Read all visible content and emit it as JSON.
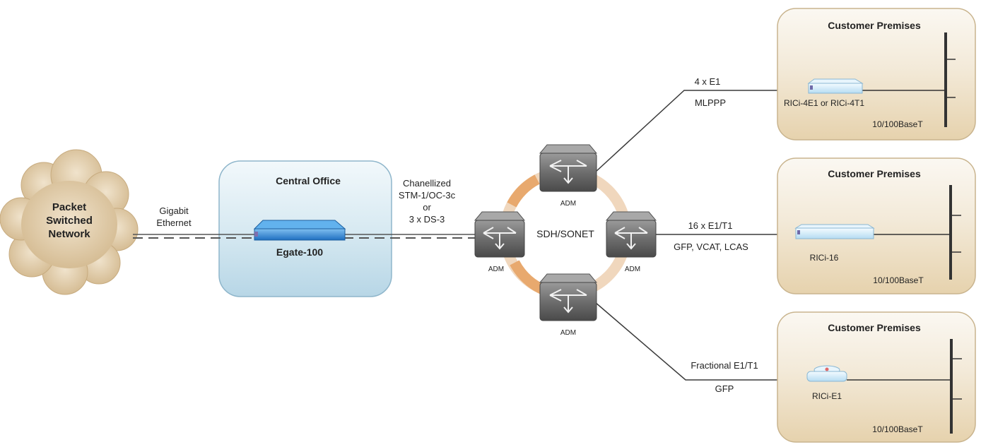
{
  "network": {
    "cloud_label": [
      "Packet",
      "Switched",
      "Network"
    ],
    "gige_label": [
      "Gigabit",
      "Ethernet"
    ]
  },
  "central_office": {
    "title": "Central Office",
    "device": "Egate-100"
  },
  "uplink_label": [
    "Chanellized",
    "STM-1/OC-3c",
    "or",
    "3 x DS-3"
  ],
  "ring": {
    "label": "SDH/SONET",
    "adm_label": "ADM"
  },
  "sites": [
    {
      "title": "Customer Premises",
      "link_top": "4 x E1",
      "link_bottom": "MLPPP",
      "device": "RICi-4E1 or RICi-4T1",
      "lan": "10/100BaseT"
    },
    {
      "title": "Customer Premises",
      "link_top": "16 x E1/T1",
      "link_bottom": "GFP, VCAT, LCAS",
      "device": "RICi-16",
      "lan": "10/100BaseT"
    },
    {
      "title": "Customer Premises",
      "link_top": "Fractional E1/T1",
      "link_bottom": "GFP",
      "device": "RICi-E1",
      "lan": "10/100BaseT"
    }
  ],
  "colors": {
    "cloud": "#dcc7a4",
    "office_fill": "#d7eaf3",
    "premises_fill": "#efe3cc",
    "ring": "#e9b98a",
    "device_blue": "#3a8fd9",
    "adm": "#6b6b6b"
  }
}
